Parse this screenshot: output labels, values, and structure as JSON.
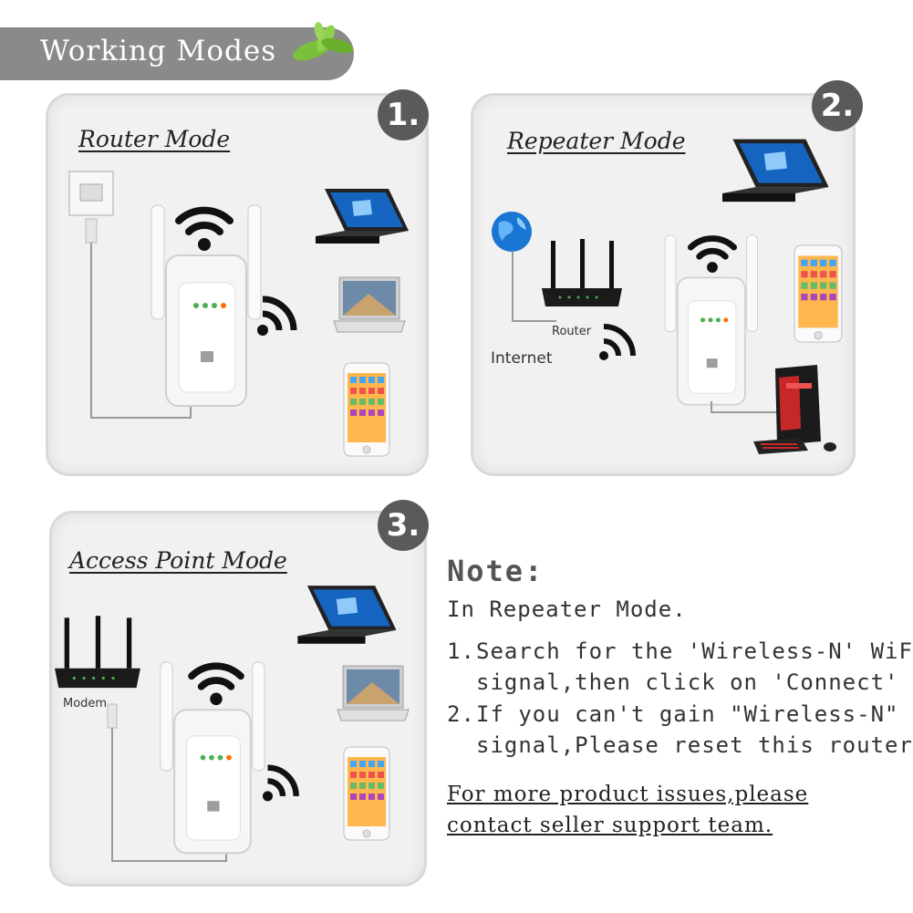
{
  "header": {
    "title": "Working Modes"
  },
  "modes": [
    {
      "number": "1.",
      "title": "Router Mode"
    },
    {
      "number": "2.",
      "title": "Repeater Mode",
      "router_label": "Router",
      "internet_label": "Internet"
    },
    {
      "number": "3.",
      "title": "Access Point Mode",
      "modem_label": "Modem"
    }
  ],
  "note": {
    "title": "Note:",
    "intro": "In Repeater Mode.",
    "items": [
      {
        "marker": "1.",
        "line1": "Search for the 'Wireless-N' WiFi",
        "line2": "signal,then click on 'Connect'"
      },
      {
        "marker": "2.",
        "line1": "If you can't gain \"Wireless-N\"",
        "line2": "signal,Please reset this router"
      }
    ],
    "support_line1": "For more product issues,please",
    "support_line2": "contact seller support team."
  },
  "colors": {
    "header_bg": "#8a8a8a",
    "badge_bg": "#5a5a5a",
    "panel_bg": "#f1f1f1",
    "leaf": "#7bbf3a"
  }
}
